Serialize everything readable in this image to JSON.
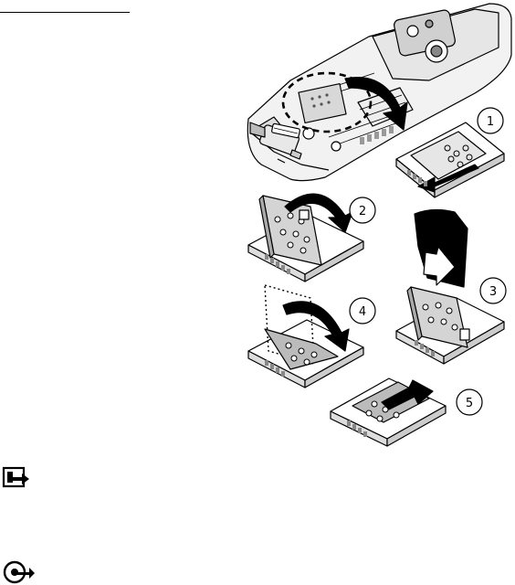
{
  "steps": [
    "1",
    "2",
    "3",
    "4",
    "5"
  ],
  "icons": {
    "note": "note-icon",
    "important": "important-icon"
  }
}
